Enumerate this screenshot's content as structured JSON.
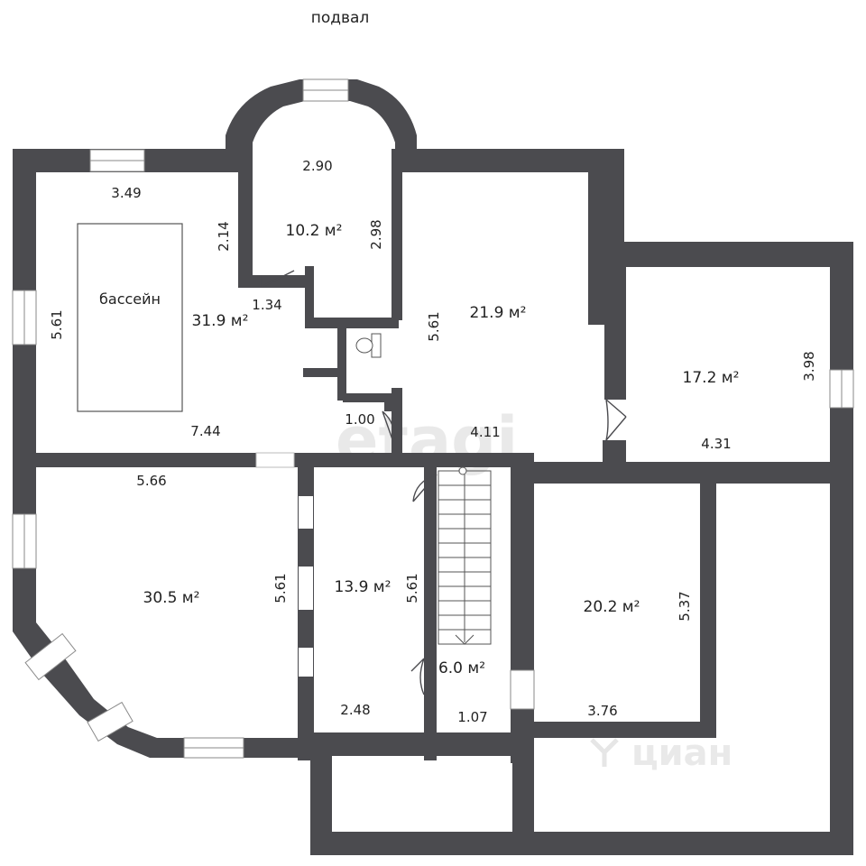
{
  "title": "подвал",
  "watermarks": {
    "left": "etagi",
    "right": "циан"
  },
  "pool_label": "бассейн",
  "areas": {
    "pool_room": "31.9 м²",
    "bay_room": "10.2 м²",
    "center_room": "21.9 м²",
    "east_room": "17.2 м²",
    "southwest_room": "30.5 м²",
    "middle_room": "13.9 м²",
    "stair": "6.0 м²",
    "south_room": "20.2 м²"
  },
  "dims": {
    "d349": "3.49",
    "d290": "2.90",
    "d214": "2.14",
    "d298": "2.98",
    "d561_pool": "5.61",
    "d134": "1.34",
    "d561_center": "5.61",
    "d100": "1.00",
    "d744": "7.44",
    "d411": "4.11",
    "d398": "3.98",
    "d431": "4.31",
    "d566": "5.66",
    "d561_sw": "5.61",
    "d561_mid": "5.61",
    "d248": "2.48",
    "d107": "1.07",
    "d537": "5.37",
    "d376": "3.76"
  },
  "colors": {
    "wall": "#4b4b4f",
    "background": "#ffffff"
  }
}
